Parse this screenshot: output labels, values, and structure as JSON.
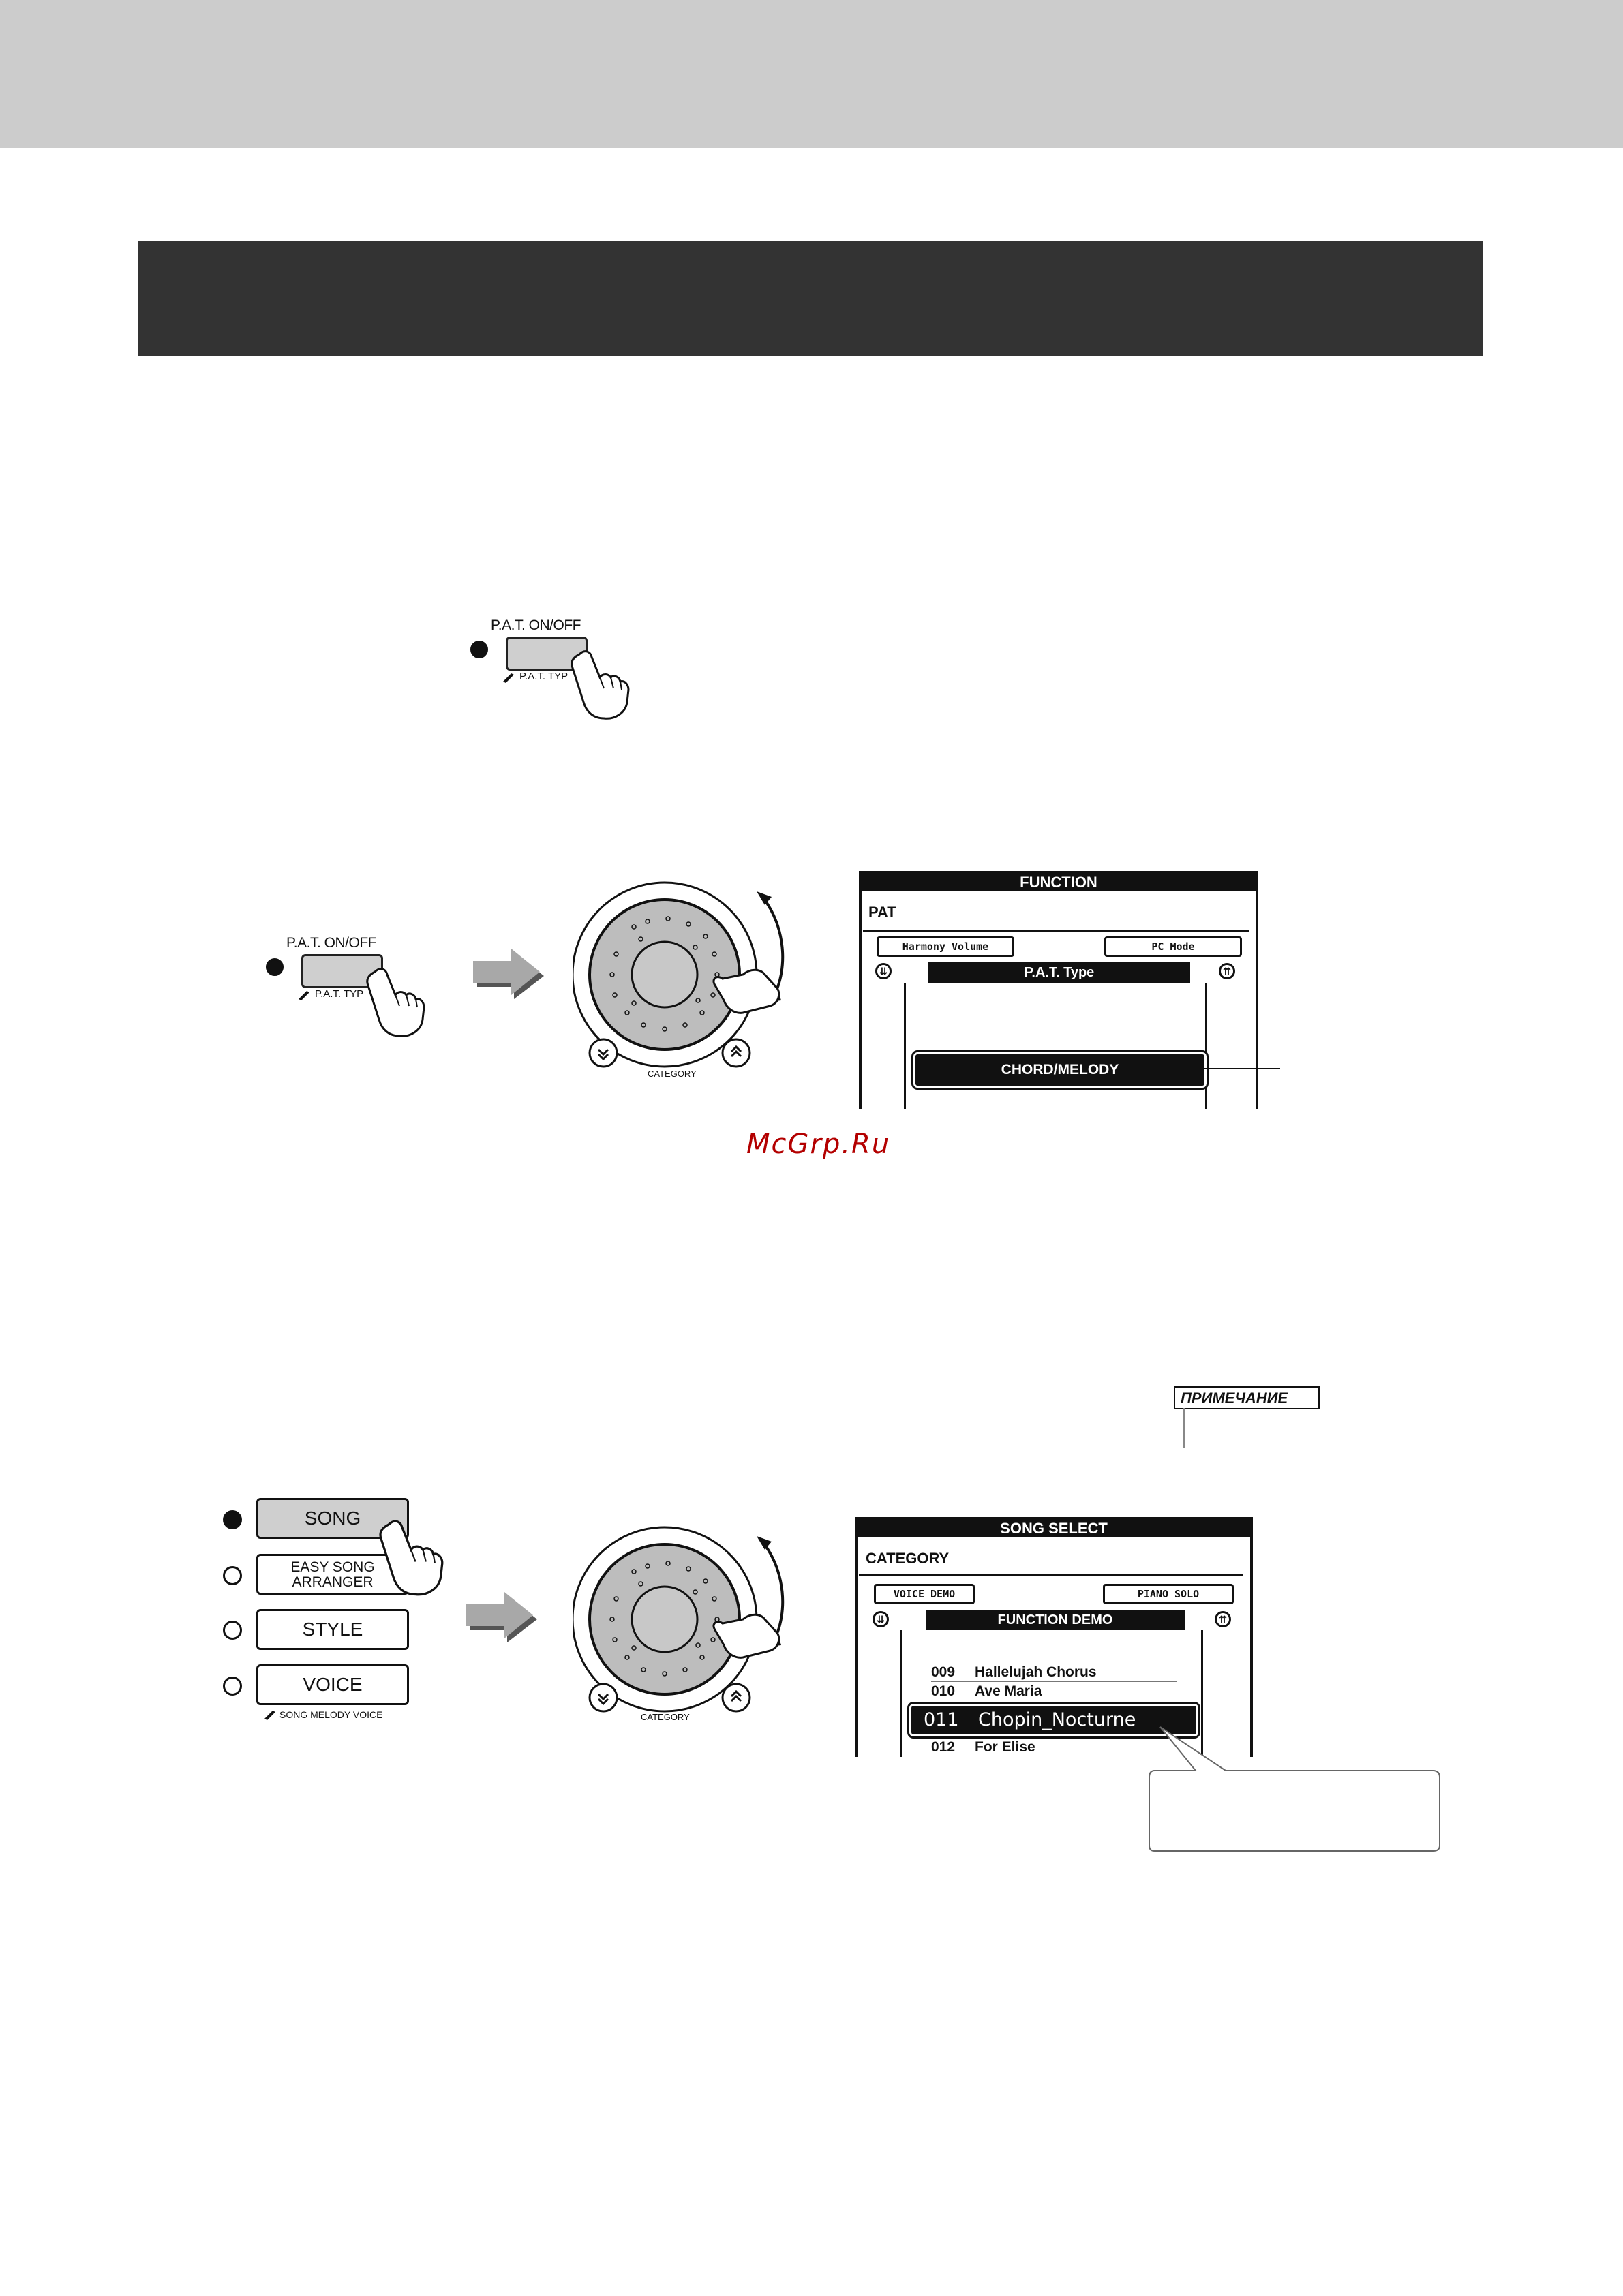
{
  "header": {
    "band_color": "#cccccc",
    "title_bar_color": "#333333"
  },
  "figure1": {
    "button_label": "P.A.T. ON/OFF",
    "sub_label": "P.A.T. TYPE",
    "sub_label_visible": "P.A.T. TYP"
  },
  "figure2": {
    "button_label": "P.A.T. ON/OFF",
    "sub_label_visible": "P.A.T. TYP",
    "dial_label": "CATEGORY",
    "lcd": {
      "header": "FUNCTION",
      "category": "PAT",
      "left_item": "Harmony Volume",
      "right_item": "PC Mode",
      "selected_function": "P.A.T. Type",
      "value": "CHORD/MELODY"
    }
  },
  "watermark": "McGrp.Ru",
  "note_tag": "ПРИМЕЧАНИЕ",
  "figure3": {
    "buttons": [
      {
        "label": "SONG",
        "selected": true
      },
      {
        "label": "EASY SONG ARRANGER",
        "line1": "EASY SONG",
        "line2": "ARRANGER",
        "selected": false
      },
      {
        "label": "STYLE",
        "selected": false
      },
      {
        "label": "VOICE",
        "selected": false
      }
    ],
    "sub_label": "SONG MELODY VOICE",
    "dial_label": "CATEGORY",
    "lcd": {
      "header": "SONG SELECT",
      "category": "CATEGORY",
      "left_item": "VOICE DEMO",
      "right_item": "PIANO SOLO",
      "selected_category": "FUNCTION DEMO",
      "songs": [
        {
          "number": "009",
          "name": "Hallelujah Chorus"
        },
        {
          "number": "010",
          "name": "Ave Maria"
        },
        {
          "number": "011",
          "name": "Chopin_Nocturne"
        },
        {
          "number": "012",
          "name": "For Elise"
        }
      ],
      "selected_song_number": "011",
      "selected_song_name": "Chopin_Nocturne"
    }
  }
}
